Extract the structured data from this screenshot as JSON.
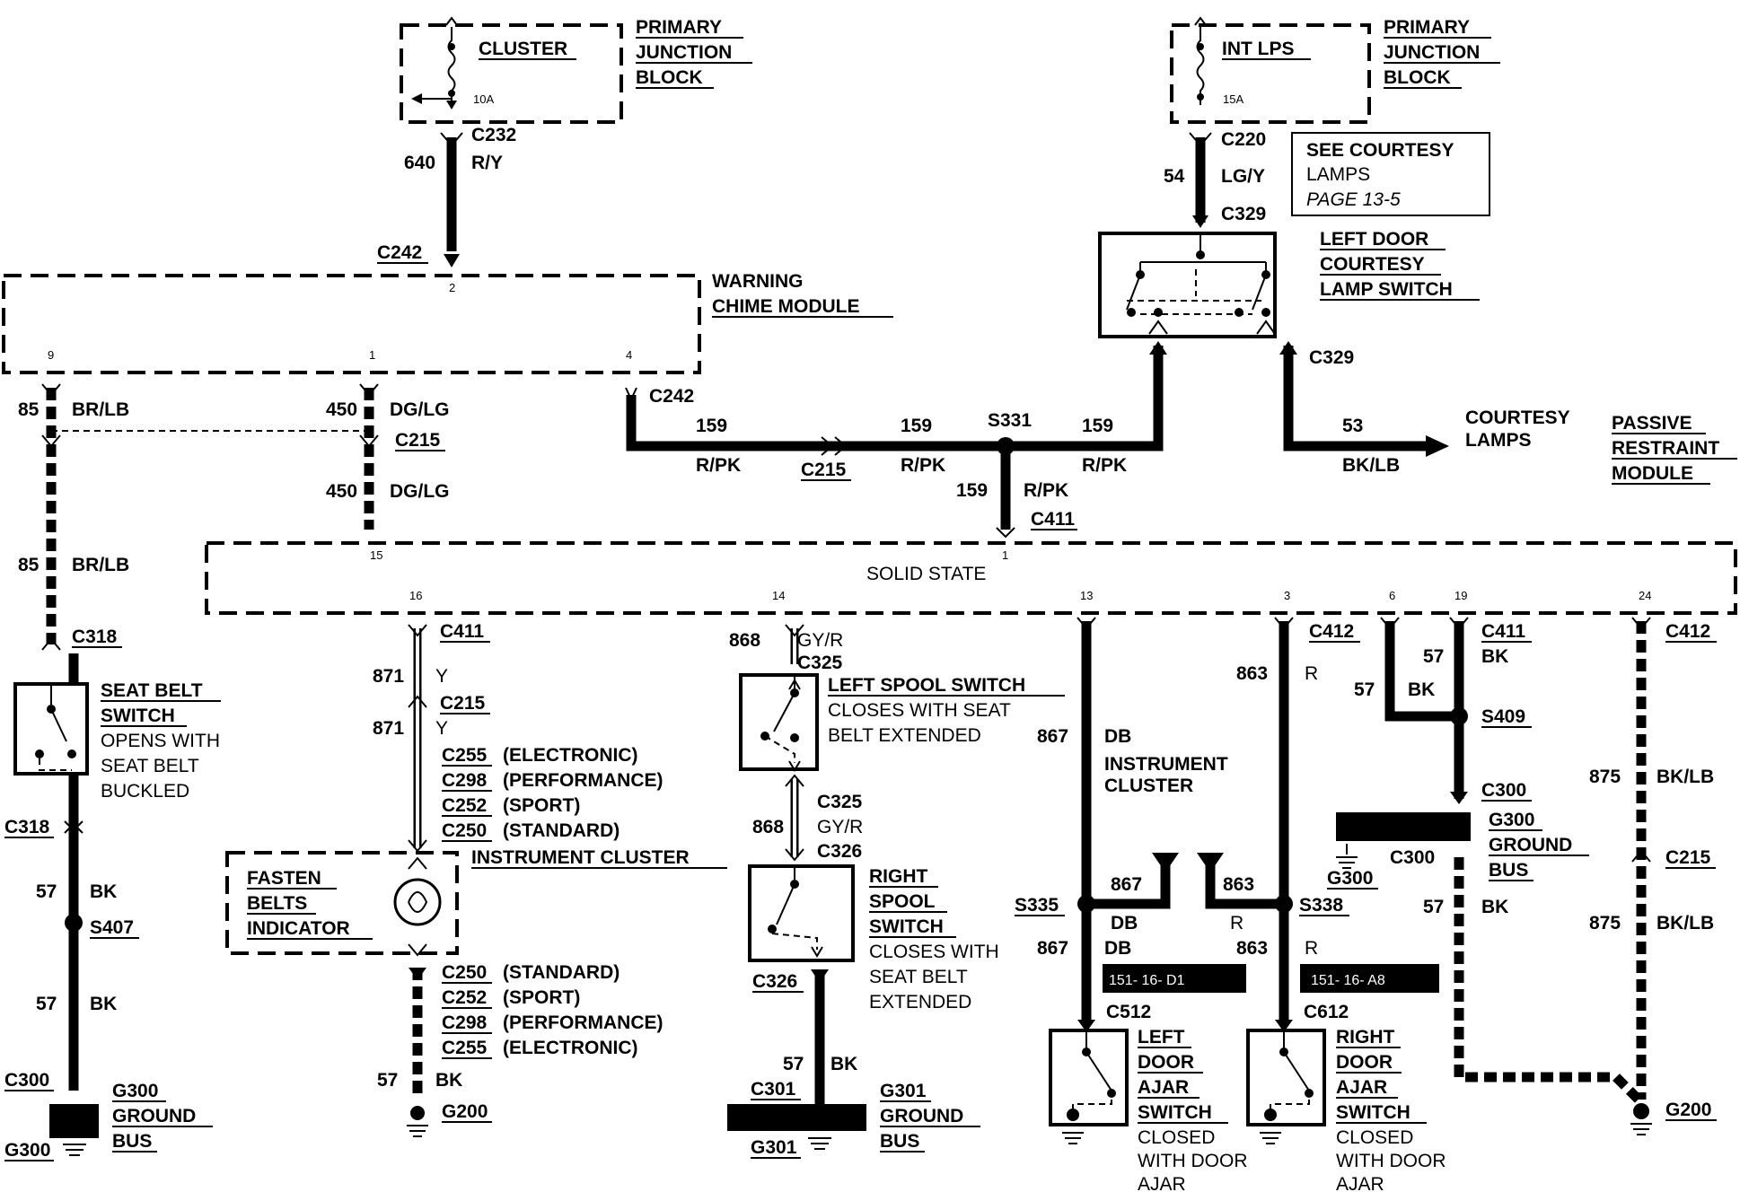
{
  "blocks": {
    "cluster_fuse": "CLUSTER",
    "cluster_fuse_rating": "10A",
    "pjb1": [
      "PRIMARY",
      "JUNCTION",
      "BLOCK"
    ],
    "intlps_fuse": "INT LPS",
    "intlps_fuse_rating": "15A",
    "pjb2": [
      "PRIMARY",
      "JUNCTION",
      "BLOCK"
    ],
    "see_courtesy": [
      "SEE COURTESY",
      "LAMPS",
      "PAGE 13-5"
    ],
    "left_door_courtesy": [
      "LEFT DOOR",
      "COURTESY",
      "LAMP SWITCH"
    ],
    "warning_chime": [
      "WARNING",
      "CHIME MODULE"
    ],
    "courtesy_lamps": [
      "COURTESY",
      "LAMPS"
    ],
    "passive_restraint": [
      "PASSIVE",
      "RESTRAINT",
      "MODULE"
    ],
    "solid_state": "SOLID STATE",
    "seat_belt_switch": [
      "SEAT BELT",
      "SWITCH",
      "OPENS WITH",
      "SEAT BELT",
      "BUCKLED"
    ],
    "fasten_belts": [
      "FASTEN",
      "BELTS",
      "INDICATOR"
    ],
    "instrument_cluster_1": "INSTRUMENT CLUSTER",
    "left_spool": [
      "LEFT SPOOL SWITCH",
      "CLOSES WITH SEAT",
      "BELT EXTENDED"
    ],
    "right_spool": [
      "RIGHT",
      "SPOOL",
      "SWITCH",
      "CLOSES WITH",
      "SEAT BELT",
      "EXTENDED"
    ],
    "instrument_cluster_2": [
      "INSTRUMENT",
      "CLUSTER"
    ],
    "left_door_ajar": [
      "LEFT",
      "DOOR",
      "AJAR",
      "SWITCH",
      "CLOSED",
      "WITH DOOR",
      "AJAR"
    ],
    "right_door_ajar": [
      "RIGHT",
      "DOOR",
      "AJAR",
      "SWITCH",
      "CLOSED",
      "WITH DOOR",
      "AJAR"
    ],
    "g300_bus_right": [
      "G300",
      "GROUND",
      "BUS"
    ],
    "g300_bus_left": [
      "G300",
      "GROUND",
      "BUS"
    ],
    "g301_bus": [
      "G301",
      "GROUND",
      "BUS"
    ],
    "ref_left": "151- 16- D1",
    "ref_right": "151- 16- A8"
  },
  "variants": {
    "set1": [
      "C255",
      "(ELECTRONIC)",
      "C298",
      "(PERFORMANCE)",
      "C252",
      "(SPORT)",
      "C250",
      "(STANDARD)"
    ],
    "set2": [
      "C250",
      "(STANDARD)",
      "C252",
      "(SPORT)",
      "C298",
      "(PERFORMANCE)",
      "C255",
      "(ELECTRONIC)"
    ]
  },
  "pins": {
    "chime_2": "2",
    "chime_9": "9",
    "chime_1": "1",
    "chime_4": "4",
    "ss_15": "15",
    "ss_1": "1",
    "ss_16": "16",
    "ss_14": "14",
    "ss_13": "13",
    "ss_3": "3",
    "ss_6": "6",
    "ss_19": "19",
    "ss_24": "24"
  },
  "labels": {
    "c232": "C232",
    "w640": "640",
    "ry": "R/Y",
    "c242a": "C242",
    "c220": "C220",
    "w54": "54",
    "lgy": "LG/Y",
    "c329a": "C329",
    "c329b": "C329",
    "w53": "53",
    "bklb1": "BK/LB",
    "w85a": "85",
    "brlb1": "BR/LB",
    "w450a": "450",
    "dglg1": "DG/LG",
    "c215a": "C215",
    "w450b": "450",
    "dglg2": "DG/LG",
    "c242b": "C242",
    "w159a": "159",
    "rpk1": "R/PK",
    "c215b": "C215",
    "w159b": "159",
    "rpk2": "R/PK",
    "s331": "S331",
    "w159c": "159",
    "rpk3": "R/PK",
    "w159d": "159",
    "rpk4": "R/PK",
    "c411a": "C411",
    "w85b": "85",
    "brlb2": "BR/LB",
    "c318a": "C318",
    "c318b": "C318",
    "w57a": "57",
    "bk1": "BK",
    "s407": "S407",
    "w57b": "57",
    "bk2": "BK",
    "c300a": "C300",
    "g300a": "G300",
    "c411b": "C411",
    "w871a": "871",
    "y1": "Y",
    "c215c": "C215",
    "w871b": "871",
    "y2": "Y",
    "w57c": "57",
    "bk3": "BK",
    "g200a": "G200",
    "w868a": "868",
    "gyr1": "GY/R",
    "c325a": "C325",
    "c325b": "C325",
    "w868b": "868",
    "gyr2": "GY/R",
    "c326a": "C326",
    "c326b": "C326",
    "w57d": "57",
    "bk4": "BK",
    "c301": "C301",
    "g301": "G301",
    "w867a": "867",
    "db1": "DB",
    "w867b": "867",
    "db2": "DB",
    "s335": "S335",
    "w867c": "867",
    "db3": "DB",
    "c512": "C512",
    "c412a": "C412",
    "w863a": "863",
    "r1": "R",
    "w863b": "863",
    "r2": "R",
    "s338": "S338",
    "w863c": "863",
    "r3": "R",
    "c612": "C612",
    "c411c": "C411",
    "w57e": "57",
    "bk5": "BK",
    "w57f": "57",
    "bk6": "BK",
    "s409": "S409",
    "c300b": "C300",
    "c300c": "C300",
    "g300b": "G300",
    "w57g": "57",
    "bk7": "BK",
    "c412b": "C412",
    "w875a": "875",
    "bklb2": "BK/LB",
    "c215d": "C215",
    "w875b": "875",
    "bklb3": "BK/LB",
    "g200b": "G200"
  }
}
